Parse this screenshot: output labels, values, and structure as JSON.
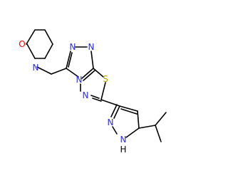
{
  "molecule": {
    "colors": {
      "bond": "#000000",
      "N": "#2b2bff",
      "O": "#ff0000",
      "S": "#b8a000"
    },
    "atoms": {
      "O_morpholine": "O",
      "N_morpholine": "N",
      "N_triazole_1": "N",
      "N_triazole_2": "N",
      "N_bridge": "N",
      "N_thiadiazole": "N",
      "S_thiadiazole": "S",
      "N_pyrazole": "N",
      "NH_pyrazole_N": "N",
      "NH_pyrazole_H": "H"
    }
  }
}
